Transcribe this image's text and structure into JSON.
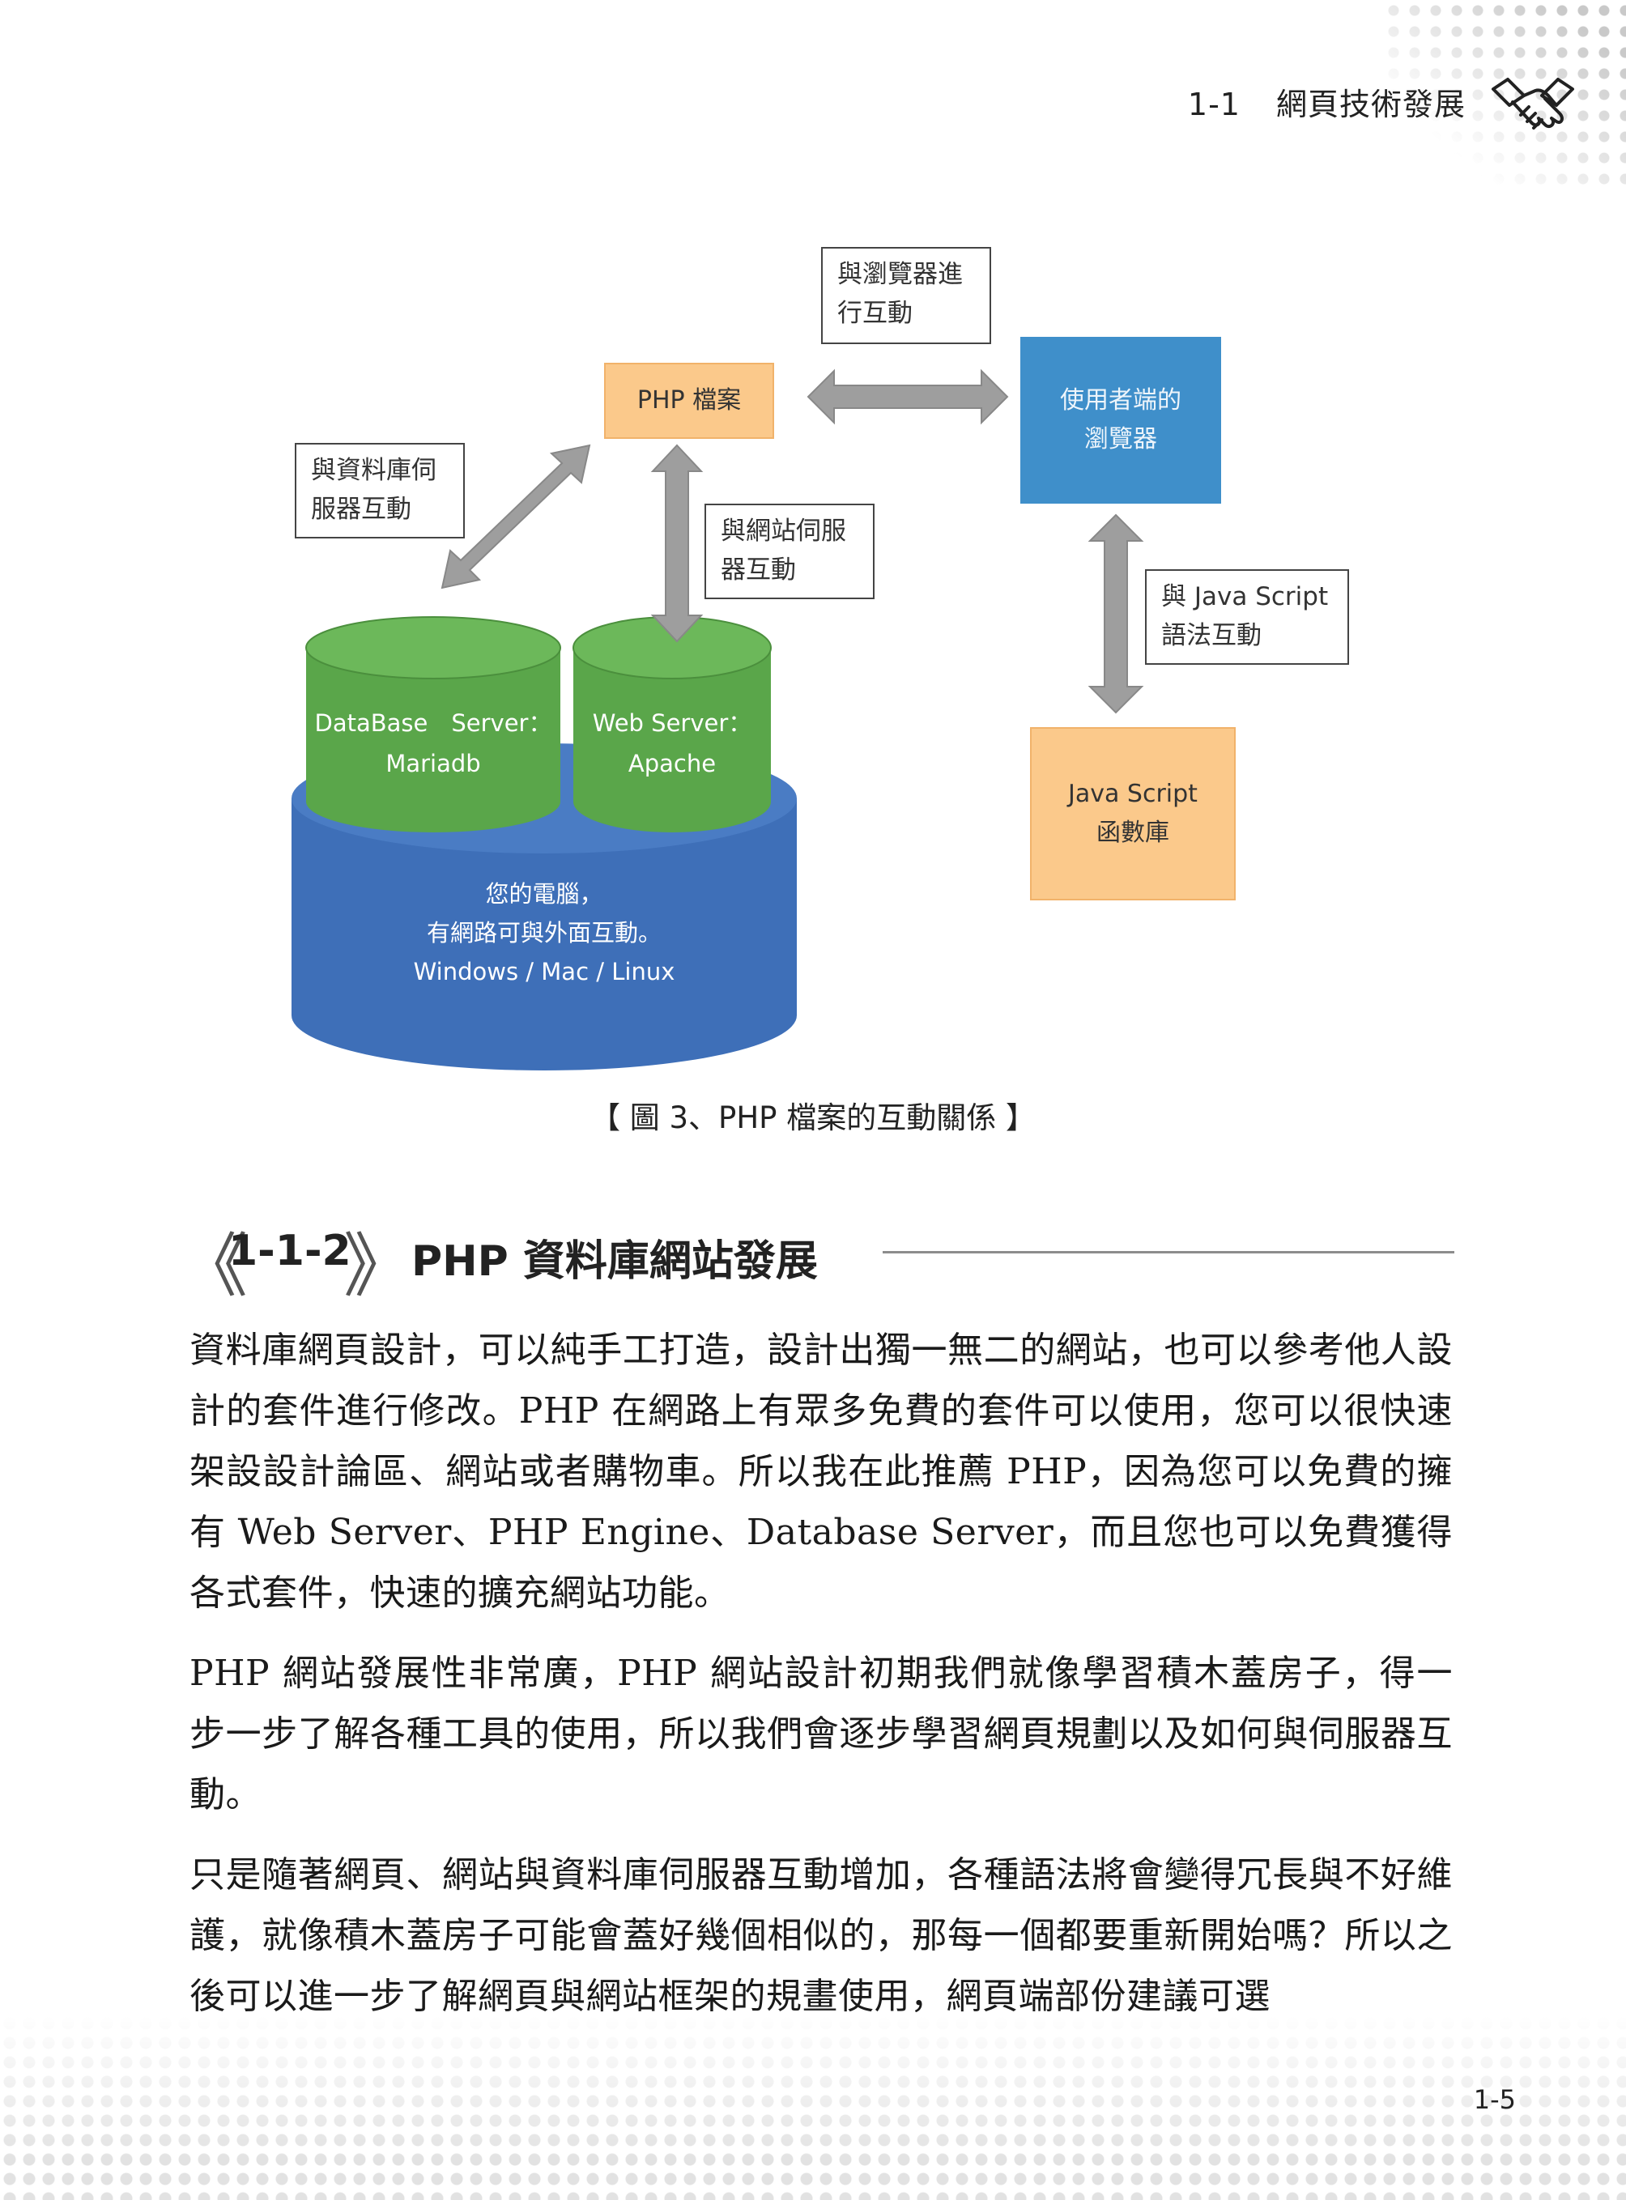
{
  "header": {
    "section_number": "1-1",
    "section_title": "網頁技術發展"
  },
  "diagram": {
    "label_browser_interaction": [
      "與瀏覽器進",
      "行互動"
    ],
    "label_db_interaction": [
      "與資料庫伺",
      "服器互動"
    ],
    "label_web_interaction": [
      "與網站伺服",
      "器互動"
    ],
    "label_js_interaction": [
      "與 Java Script",
      "語法互動"
    ],
    "php_file": "PHP 檔案",
    "browser": [
      "使用者端的",
      "瀏覽器"
    ],
    "js_library": [
      "Java Script",
      "函數庫"
    ],
    "db_server": [
      "DataBase　Server：",
      "Mariadb"
    ],
    "web_server": [
      "Web Server：",
      "Apache"
    ],
    "computer": [
      "您的電腦，",
      "有網路可與外面互動。",
      "Windows / Mac / Linux"
    ],
    "colors": {
      "orange": "#fbc98b",
      "blue_box": "#3f8fca",
      "green_cylinder": "#5aa64a",
      "blue_cylinder": "#3e6fb8",
      "arrow": "#9e9e9e"
    }
  },
  "caption": "【 圖 3、PHP 檔案的互動關係 】",
  "section": {
    "bracket_open": "《",
    "bracket_close": "》",
    "number": "1-1-2",
    "title": "PHP 資料庫網站發展"
  },
  "paragraphs": [
    "資料庫網頁設計，可以純手工打造，設計出獨一無二的網站，也可以參考他人設計的套件進行修改。PHP 在網路上有眾多免費的套件可以使用，您可以很快速架設設計論區、網站或者購物車。所以我在此推薦 PHP，因為您可以免費的擁有 Web Server、PHP Engine、Database Server，而且您也可以免費獲得各式套件，快速的擴充網站功能。",
    "PHP 網站發展性非常廣，PHP 網站設計初期我們就像學習積木蓋房子，得一步一步了解各種工具的使用，所以我們會逐步學習網頁規劃以及如何與伺服器互動。",
    "只是隨著網頁、網站與資料庫伺服器互動增加，各種語法將會變得冗長與不好維護，就像積木蓋房子可能會蓋好幾個相似的，那每一個都要重新開始嗎？所以之後可以進一步了解網頁與網站框架的規畫使用，網頁端部份建議可選"
  ],
  "page_number": "1-5"
}
